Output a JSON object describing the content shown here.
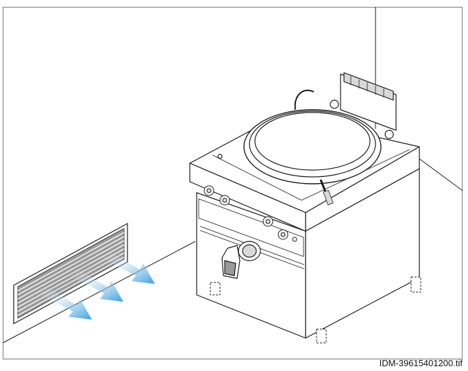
{
  "figure": {
    "caption": "IDM-39615401200.tif",
    "subject": "kettle-and-floor-vent",
    "colors": {
      "outline": "#1a1a1a",
      "panel": "#ffffff",
      "shade": "#d9d9d9",
      "vent_shade": "#9a9a9a",
      "airflow": "#3a9ee0"
    },
    "airflow_arrows": 3
  }
}
